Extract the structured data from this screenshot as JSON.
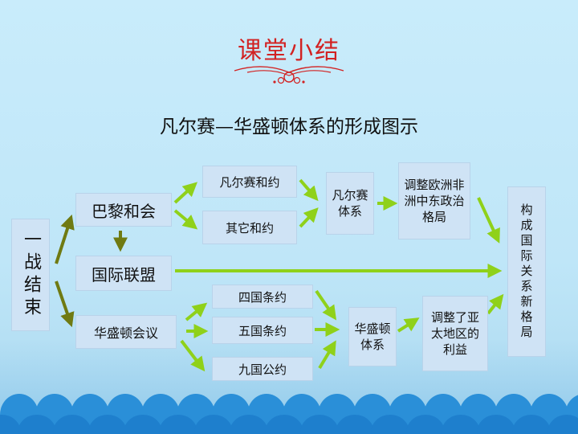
{
  "header": {
    "title": "课堂小结",
    "subtitle": "凡尔赛—华盛顿体系的形成图示"
  },
  "nodes": {
    "end_of_war": "一战结束",
    "paris_conference": "巴黎和会",
    "league_of_nations": "国际联盟",
    "washington_conference": "华盛顿会议",
    "versailles_treaty": "凡尔赛和约",
    "other_treaties": "其它和约",
    "versailles_system": "凡尔赛体系",
    "adjust_europe_africa": "调整欧洲非洲中东政治格局",
    "four_power_treaty": "四国条约",
    "five_power_treaty": "五国条约",
    "nine_power_treaty": "九国公约",
    "washington_system": "华盛顿体系",
    "adjust_asia_pacific": "调整了亚太地区的利益",
    "new_international_order": "构成国际关系新格局"
  },
  "colors": {
    "title": "#d22222",
    "arrow": "#8fd11a",
    "arrow_dark": "#6f7a12",
    "box": "#cfe3f5",
    "scallop": "#2a8fd8"
  }
}
